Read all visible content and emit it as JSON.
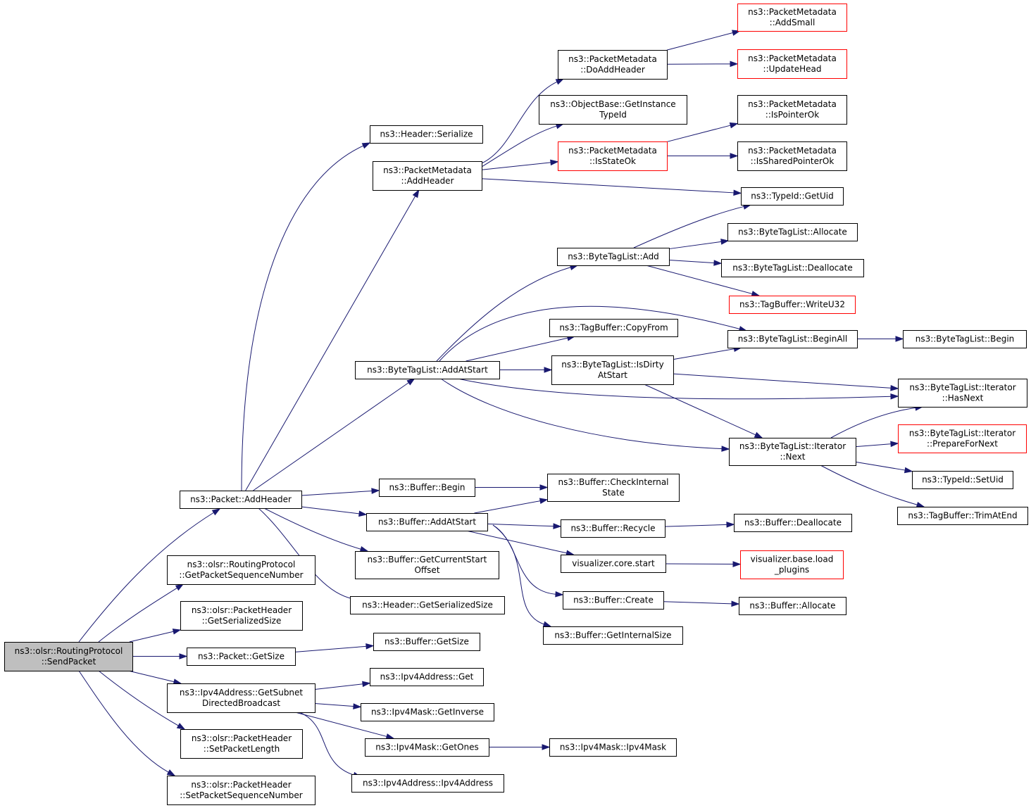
{
  "colors": {
    "edge": "#191970",
    "node_border": "#000000",
    "node_border_undocumented": "#ff0000",
    "root_fill": "#bfbfbf"
  },
  "nodes": {
    "sendPacket": [
      "ns3::olsr::RoutingProtocol",
      "::SendPacket"
    ],
    "packetAddHeader": [
      "ns3::Packet::AddHeader"
    ],
    "getPacketSeqNum": [
      "ns3::olsr::RoutingProtocol",
      "::GetPacketSequenceNumber"
    ],
    "pktHdrGetSerializedSize": [
      "ns3::olsr::PacketHeader",
      "::GetSerializedSize"
    ],
    "packetGetSize": [
      "ns3::Packet::GetSize"
    ],
    "ipv4GetSubnetDirected": [
      "ns3::Ipv4Address::GetSubnet",
      "DirectedBroadcast"
    ],
    "setPacketLength": [
      "ns3::olsr::PacketHeader",
      "::SetPacketLength"
    ],
    "setPacketSeqNum": [
      "ns3::olsr::PacketHeader",
      "::SetPacketSequenceNumber"
    ],
    "headerSerialize": [
      "ns3::Header::Serialize"
    ],
    "pmAddHeader": [
      "ns3::PacketMetadata",
      "::AddHeader"
    ],
    "btlAddAtStart": [
      "ns3::ByteTagList::AddAtStart"
    ],
    "bufferBegin": [
      "ns3::Buffer::Begin"
    ],
    "bufferAddAtStart": [
      "ns3::Buffer::AddAtStart"
    ],
    "bufferGetCurrentStartOffset": [
      "ns3::Buffer::GetCurrentStart",
      "Offset"
    ],
    "headerGetSerializedSize": [
      "ns3::Header::GetSerializedSize"
    ],
    "bufferGetSize": [
      "ns3::Buffer::GetSize"
    ],
    "ipv4AddrGet": [
      "ns3::Ipv4Address::Get"
    ],
    "ipv4MaskGetInverse": [
      "ns3::Ipv4Mask::GetInverse"
    ],
    "ipv4MaskGetOnes": [
      "ns3::Ipv4Mask::GetOnes"
    ],
    "ipv4AddrCtor": [
      "ns3::Ipv4Address::Ipv4Address"
    ],
    "pmDoAddHeader": [
      "ns3::PacketMetadata",
      "::DoAddHeader"
    ],
    "objGetInstanceTypeId": [
      "ns3::ObjectBase::GetInstance",
      "TypeId"
    ],
    "pmIsStateOk": [
      "ns3::PacketMetadata",
      "::IsStateOk"
    ],
    "btlAdd": [
      "ns3::ByteTagList::Add"
    ],
    "tbCopyFrom": [
      "ns3::TagBuffer::CopyFrom"
    ],
    "btlIsDirtyAtStart": [
      "ns3::ByteTagList::IsDirty",
      "AtStart"
    ],
    "bufferCheckInternalState": [
      "ns3::Buffer::CheckInternal",
      "State"
    ],
    "bufferRecycle": [
      "ns3::Buffer::Recycle"
    ],
    "vizCoreStart": [
      "visualizer.core.start"
    ],
    "bufferCreate": [
      "ns3::Buffer::Create"
    ],
    "bufferGetInternalSize": [
      "ns3::Buffer::GetInternalSize"
    ],
    "ipv4MaskCtor": [
      "ns3::Ipv4Mask::Ipv4Mask"
    ],
    "pmAddSmall": [
      "ns3::PacketMetadata",
      "::AddSmall"
    ],
    "pmUpdateHead": [
      "ns3::PacketMetadata",
      "::UpdateHead"
    ],
    "pmIsPointerOk": [
      "ns3::PacketMetadata",
      "::IsPointerOk"
    ],
    "pmIsSharedPointerOk": [
      "ns3::PacketMetadata",
      "::IsSharedPointerOk"
    ],
    "typeIdGetUid": [
      "ns3::TypeId::GetUid"
    ],
    "btlAllocate": [
      "ns3::ByteTagList::Allocate"
    ],
    "btlDeallocate": [
      "ns3::ByteTagList::Deallocate"
    ],
    "tbWriteU32": [
      "ns3::TagBuffer::WriteU32"
    ],
    "btlBeginAll": [
      "ns3::ByteTagList::BeginAll"
    ],
    "btlIterNext": [
      "ns3::ByteTagList::Iterator",
      "::Next"
    ],
    "bufferDeallocate": [
      "ns3::Buffer::Deallocate"
    ],
    "vizLoadPlugins": [
      "visualizer.base.load",
      "_plugins"
    ],
    "bufferAllocate": [
      "ns3::Buffer::Allocate"
    ],
    "btlBegin": [
      "ns3::ByteTagList::Begin"
    ],
    "btlIterHasNext": [
      "ns3::ByteTagList::Iterator",
      "::HasNext"
    ],
    "btlIterPrepareForNext": [
      "ns3::ByteTagList::Iterator",
      "::PrepareForNext"
    ],
    "typeIdSetUid": [
      "ns3::TypeId::SetUid"
    ],
    "tbTrimAtEnd": [
      "ns3::TagBuffer::TrimAtEnd"
    ]
  },
  "undocumented_nodes": [
    "pmAddSmall",
    "pmUpdateHead",
    "pmIsStateOk",
    "tbWriteU32",
    "btlIterPrepareForNext",
    "vizLoadPlugins"
  ],
  "root_node": "sendPacket",
  "edges": [
    [
      "sendPacket",
      "packetAddHeader"
    ],
    [
      "sendPacket",
      "getPacketSeqNum"
    ],
    [
      "sendPacket",
      "pktHdrGetSerializedSize"
    ],
    [
      "sendPacket",
      "packetGetSize"
    ],
    [
      "sendPacket",
      "ipv4GetSubnetDirected"
    ],
    [
      "sendPacket",
      "setPacketLength"
    ],
    [
      "sendPacket",
      "setPacketSeqNum"
    ],
    [
      "packetAddHeader",
      "headerSerialize"
    ],
    [
      "packetAddHeader",
      "pmAddHeader"
    ],
    [
      "packetAddHeader",
      "btlAddAtStart"
    ],
    [
      "packetAddHeader",
      "bufferBegin"
    ],
    [
      "packetAddHeader",
      "bufferAddAtStart"
    ],
    [
      "packetAddHeader",
      "bufferGetCurrentStartOffset"
    ],
    [
      "packetAddHeader",
      "headerGetSerializedSize"
    ],
    [
      "packetGetSize",
      "bufferGetSize"
    ],
    [
      "ipv4GetSubnetDirected",
      "ipv4AddrGet"
    ],
    [
      "ipv4GetSubnetDirected",
      "ipv4MaskGetInverse"
    ],
    [
      "ipv4GetSubnetDirected",
      "ipv4MaskGetOnes"
    ],
    [
      "ipv4GetSubnetDirected",
      "ipv4AddrCtor"
    ],
    [
      "ipv4MaskGetOnes",
      "ipv4MaskCtor"
    ],
    [
      "pmAddHeader",
      "pmDoAddHeader"
    ],
    [
      "pmAddHeader",
      "objGetInstanceTypeId"
    ],
    [
      "pmAddHeader",
      "pmIsStateOk"
    ],
    [
      "pmAddHeader",
      "typeIdGetUid"
    ],
    [
      "pmDoAddHeader",
      "pmAddSmall"
    ],
    [
      "pmDoAddHeader",
      "pmUpdateHead"
    ],
    [
      "pmIsStateOk",
      "pmIsPointerOk"
    ],
    [
      "pmIsStateOk",
      "pmIsSharedPointerOk"
    ],
    [
      "btlAddAtStart",
      "btlAdd"
    ],
    [
      "btlAddAtStart",
      "btlBeginAll"
    ],
    [
      "btlAddAtStart",
      "tbCopyFrom"
    ],
    [
      "btlAddAtStart",
      "btlIsDirtyAtStart"
    ],
    [
      "btlAddAtStart",
      "btlIterHasNext"
    ],
    [
      "btlAddAtStart",
      "btlIterNext"
    ],
    [
      "btlAdd",
      "typeIdGetUid"
    ],
    [
      "btlAdd",
      "btlAllocate"
    ],
    [
      "btlAdd",
      "btlDeallocate"
    ],
    [
      "btlAdd",
      "tbWriteU32"
    ],
    [
      "btlBeginAll",
      "btlBegin"
    ],
    [
      "btlIsDirtyAtStart",
      "btlBeginAll"
    ],
    [
      "btlIsDirtyAtStart",
      "btlIterHasNext"
    ],
    [
      "btlIsDirtyAtStart",
      "btlIterNext"
    ],
    [
      "btlIterNext",
      "btlIterHasNext"
    ],
    [
      "btlIterNext",
      "btlIterPrepareForNext"
    ],
    [
      "btlIterNext",
      "typeIdSetUid"
    ],
    [
      "btlIterNext",
      "tbTrimAtEnd"
    ],
    [
      "bufferBegin",
      "bufferCheckInternalState"
    ],
    [
      "bufferAddAtStart",
      "bufferCheckInternalState"
    ],
    [
      "bufferAddAtStart",
      "bufferRecycle"
    ],
    [
      "bufferAddAtStart",
      "vizCoreStart"
    ],
    [
      "bufferAddAtStart",
      "bufferCreate"
    ],
    [
      "bufferAddAtStart",
      "bufferGetInternalSize"
    ],
    [
      "bufferRecycle",
      "bufferDeallocate"
    ],
    [
      "vizCoreStart",
      "vizLoadPlugins"
    ],
    [
      "bufferCreate",
      "bufferAllocate"
    ]
  ]
}
